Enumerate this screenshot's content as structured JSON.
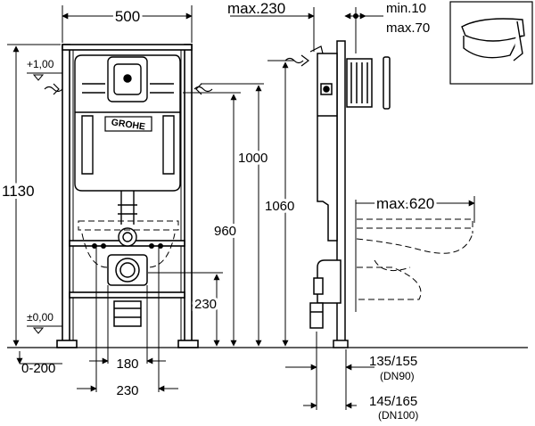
{
  "dimensions": {
    "top_width": "500",
    "max_depth": "max.230",
    "plate_min": "min.10",
    "plate_max": "max.70",
    "height_total": "1130",
    "height_1000": "1000",
    "height_960": "960",
    "height_1060": "1060",
    "height_230": "230",
    "wc_max": "max.620",
    "level_top": "+1,00",
    "level_zero": "±0,00",
    "floor_offset": "0-200",
    "bottom_180": "180",
    "bottom_230": "230",
    "pipe_dn90": "135/155",
    "pipe_dn90_label": "(DN90)",
    "pipe_dn100": "145/165",
    "pipe_dn100_label": "(DN100)"
  },
  "brand": "GROHE",
  "colors": {
    "line": "#000000",
    "background": "#ffffff"
  }
}
